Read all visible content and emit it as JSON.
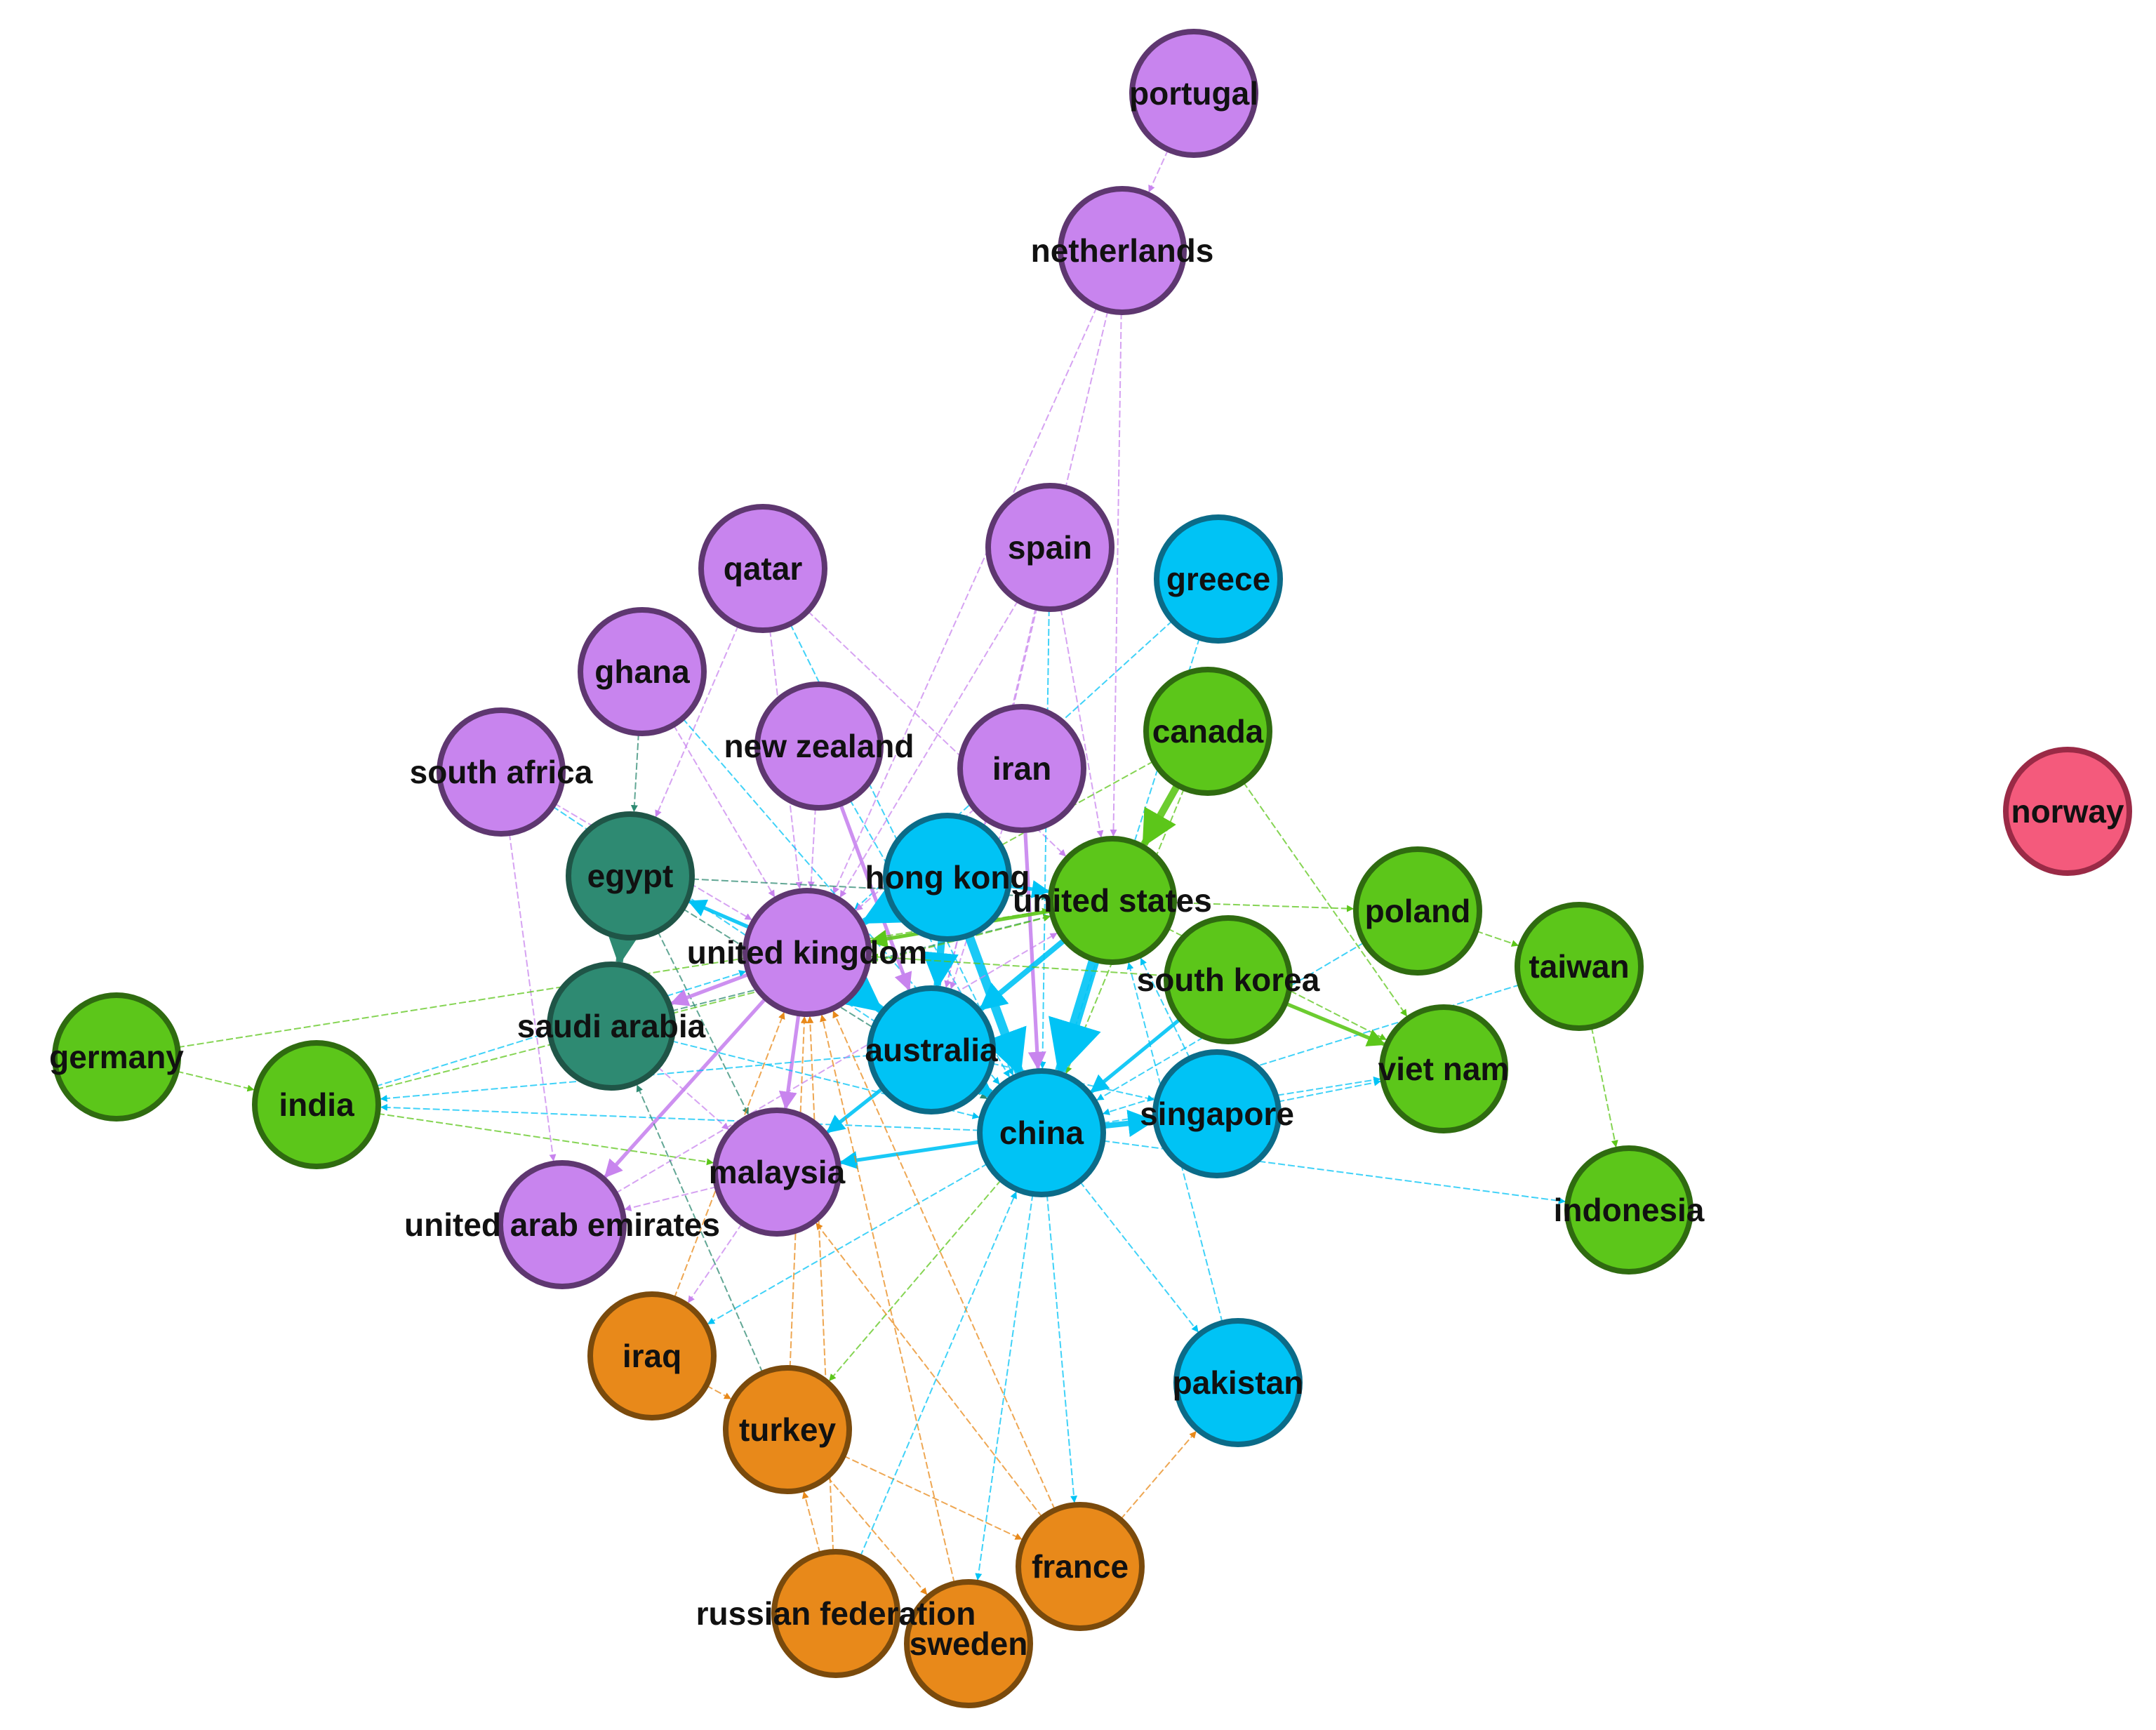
{
  "colors": {
    "purple": {
      "fill": "#c884ee",
      "stroke": "#5e3770"
    },
    "blue": {
      "fill": "#00c3f5",
      "stroke": "#0b6b88"
    },
    "green": {
      "fill": "#5cc61a",
      "stroke": "#2f6b10"
    },
    "teal": {
      "fill": "#2e8a72",
      "stroke": "#1f5547"
    },
    "orange": {
      "fill": "#e8891a",
      "stroke": "#7a4a0c"
    },
    "red": {
      "fill": "#f45a7c",
      "stroke": "#9a2a46"
    }
  },
  "nodes": [
    {
      "id": "portugal",
      "label": "portugal",
      "group": "purple"
    },
    {
      "id": "netherlands",
      "label": "netherlands",
      "group": "purple"
    },
    {
      "id": "qatar",
      "label": "qatar",
      "group": "purple"
    },
    {
      "id": "spain",
      "label": "spain",
      "group": "purple"
    },
    {
      "id": "greece",
      "label": "greece",
      "group": "blue"
    },
    {
      "id": "ghana",
      "label": "ghana",
      "group": "purple"
    },
    {
      "id": "canada",
      "label": "canada",
      "group": "green"
    },
    {
      "id": "new_zealand",
      "label": "new zealand",
      "group": "purple"
    },
    {
      "id": "iran",
      "label": "iran",
      "group": "purple"
    },
    {
      "id": "south_africa",
      "label": "south africa",
      "group": "purple"
    },
    {
      "id": "norway",
      "label": "norway",
      "group": "red"
    },
    {
      "id": "egypt",
      "label": "egypt",
      "group": "teal"
    },
    {
      "id": "hong_kong",
      "label": "hong kong",
      "group": "blue"
    },
    {
      "id": "united_states",
      "label": "united states",
      "group": "green"
    },
    {
      "id": "poland",
      "label": "poland",
      "group": "green"
    },
    {
      "id": "united_kingdom",
      "label": "united kingdom",
      "group": "purple"
    },
    {
      "id": "taiwan",
      "label": "taiwan",
      "group": "green"
    },
    {
      "id": "south_korea",
      "label": "south korea",
      "group": "green"
    },
    {
      "id": "saudi_arabia",
      "label": "saudi arabia",
      "group": "teal"
    },
    {
      "id": "germany",
      "label": "germany",
      "group": "green"
    },
    {
      "id": "australia",
      "label": "australia",
      "group": "blue"
    },
    {
      "id": "viet_nam",
      "label": "viet nam",
      "group": "green"
    },
    {
      "id": "india",
      "label": "india",
      "group": "green"
    },
    {
      "id": "china",
      "label": "china",
      "group": "blue"
    },
    {
      "id": "singapore",
      "label": "singapore",
      "group": "blue"
    },
    {
      "id": "malaysia",
      "label": "malaysia",
      "group": "purple"
    },
    {
      "id": "indonesia",
      "label": "indonesia",
      "group": "green"
    },
    {
      "id": "united_arab_emirates",
      "label": "united arab emirates",
      "group": "purple"
    },
    {
      "id": "iraq",
      "label": "iraq",
      "group": "orange"
    },
    {
      "id": "pakistan",
      "label": "pakistan",
      "group": "blue"
    },
    {
      "id": "turkey",
      "label": "turkey",
      "group": "orange"
    },
    {
      "id": "france",
      "label": "france",
      "group": "orange"
    },
    {
      "id": "russian_federation",
      "label": "russian federation",
      "group": "orange"
    },
    {
      "id": "sweden",
      "label": "sweden",
      "group": "orange"
    }
  ],
  "edges": [
    {
      "source": "portugal",
      "target": "netherlands",
      "group": "purple",
      "weight": 1
    },
    {
      "source": "netherlands",
      "target": "united_kingdom",
      "group": "purple",
      "weight": 1
    },
    {
      "source": "netherlands",
      "target": "united_states",
      "group": "purple",
      "weight": 1
    },
    {
      "source": "netherlands",
      "target": "australia",
      "group": "purple",
      "weight": 1
    },
    {
      "source": "qatar",
      "target": "egypt",
      "group": "purple",
      "weight": 1
    },
    {
      "source": "qatar",
      "target": "united_kingdom",
      "group": "purple",
      "weight": 1
    },
    {
      "source": "qatar",
      "target": "china",
      "group": "blue",
      "weight": 1
    },
    {
      "source": "qatar",
      "target": "united_states",
      "group": "purple",
      "weight": 1
    },
    {
      "source": "spain",
      "target": "united_kingdom",
      "group": "purple",
      "weight": 1
    },
    {
      "source": "spain",
      "target": "china",
      "group": "blue",
      "weight": 1
    },
    {
      "source": "spain",
      "target": "australia",
      "group": "purple",
      "weight": 1
    },
    {
      "source": "spain",
      "target": "united_states",
      "group": "purple",
      "weight": 1
    },
    {
      "source": "greece",
      "target": "china",
      "group": "blue",
      "weight": 1
    },
    {
      "source": "greece",
      "target": "united_kingdom",
      "group": "blue",
      "weight": 1
    },
    {
      "source": "ghana",
      "target": "united_kingdom",
      "group": "purple",
      "weight": 1
    },
    {
      "source": "ghana",
      "target": "china",
      "group": "blue",
      "weight": 1
    },
    {
      "source": "ghana",
      "target": "egypt",
      "group": "teal",
      "weight": 1
    },
    {
      "source": "canada",
      "target": "united_states",
      "group": "green",
      "weight": 4
    },
    {
      "source": "canada",
      "target": "united_kingdom",
      "group": "green",
      "weight": 1
    },
    {
      "source": "canada",
      "target": "china",
      "group": "green",
      "weight": 1
    },
    {
      "source": "canada",
      "target": "viet_nam",
      "group": "green",
      "weight": 1
    },
    {
      "source": "new_zealand",
      "target": "australia",
      "group": "purple",
      "weight": 2
    },
    {
      "source": "new_zealand",
      "target": "china",
      "group": "blue",
      "weight": 1
    },
    {
      "source": "new_zealand",
      "target": "united_kingdom",
      "group": "purple",
      "weight": 1
    },
    {
      "source": "iran",
      "target": "united_kingdom",
      "group": "purple",
      "weight": 1
    },
    {
      "source": "iran",
      "target": "china",
      "group": "purple",
      "weight": 2
    },
    {
      "source": "iran",
      "target": "australia",
      "group": "purple",
      "weight": 1
    },
    {
      "source": "south_africa",
      "target": "united_kingdom",
      "group": "purple",
      "weight": 1
    },
    {
      "source": "south_africa",
      "target": "united_arab_emirates",
      "group": "purple",
      "weight": 1
    },
    {
      "source": "south_africa",
      "target": "china",
      "group": "blue",
      "weight": 1
    },
    {
      "source": "egypt",
      "target": "saudi_arabia",
      "group": "teal",
      "weight": 4
    },
    {
      "source": "egypt",
      "target": "united_states",
      "group": "teal",
      "weight": 1
    },
    {
      "source": "egypt",
      "target": "china",
      "group": "teal",
      "weight": 1
    },
    {
      "source": "egypt",
      "target": "malaysia",
      "group": "teal",
      "weight": 1
    },
    {
      "source": "hong_kong",
      "target": "china",
      "group": "blue",
      "weight": 5
    },
    {
      "source": "hong_kong",
      "target": "australia",
      "group": "blue",
      "weight": 4
    },
    {
      "source": "hong_kong",
      "target": "united_kingdom",
      "group": "blue",
      "weight": 4
    },
    {
      "source": "hong_kong",
      "target": "united_states",
      "group": "blue",
      "weight": 2
    },
    {
      "source": "united_states",
      "target": "china",
      "group": "blue",
      "weight": 6
    },
    {
      "source": "united_states",
      "target": "united_kingdom",
      "group": "green",
      "weight": 2
    },
    {
      "source": "united_states",
      "target": "australia",
      "group": "blue",
      "weight": 3
    },
    {
      "source": "united_states",
      "target": "poland",
      "group": "green",
      "weight": 1
    },
    {
      "source": "united_states",
      "target": "viet_nam",
      "group": "green",
      "weight": 1
    },
    {
      "source": "poland",
      "target": "taiwan",
      "group": "green",
      "weight": 1
    },
    {
      "source": "poland",
      "target": "china",
      "group": "blue",
      "weight": 1
    },
    {
      "source": "taiwan",
      "target": "china",
      "group": "blue",
      "weight": 1
    },
    {
      "source": "taiwan",
      "target": "indonesia",
      "group": "green",
      "weight": 1
    },
    {
      "source": "south_korea",
      "target": "china",
      "group": "blue",
      "weight": 2
    },
    {
      "source": "south_korea",
      "target": "viet_nam",
      "group": "green",
      "weight": 2
    },
    {
      "source": "south_korea",
      "target": "united_kingdom",
      "group": "green",
      "weight": 1
    },
    {
      "source": "united_kingdom",
      "target": "china",
      "group": "blue",
      "weight": 4
    },
    {
      "source": "united_kingdom",
      "target": "australia",
      "group": "blue",
      "weight": 4
    },
    {
      "source": "united_kingdom",
      "target": "malaysia",
      "group": "purple",
      "weight": 2
    },
    {
      "source": "united_kingdom",
      "target": "saudi_arabia",
      "group": "purple",
      "weight": 2
    },
    {
      "source": "united_kingdom",
      "target": "egypt",
      "group": "blue",
      "weight": 2
    },
    {
      "source": "united_kingdom",
      "target": "united_arab_emirates",
      "group": "purple",
      "weight": 2
    },
    {
      "source": "saudi_arabia",
      "target": "china",
      "group": "blue",
      "weight": 1
    },
    {
      "source": "saudi_arabia",
      "target": "malaysia",
      "group": "purple",
      "weight": 1
    },
    {
      "source": "saudi_arabia",
      "target": "united_states",
      "group": "teal",
      "weight": 1
    },
    {
      "source": "germany",
      "target": "india",
      "group": "green",
      "weight": 1
    },
    {
      "source": "germany",
      "target": "united_states",
      "group": "green",
      "weight": 1
    },
    {
      "source": "australia",
      "target": "china",
      "group": "blue",
      "weight": 5
    },
    {
      "source": "australia",
      "target": "malaysia",
      "group": "blue",
      "weight": 2
    },
    {
      "source": "australia",
      "target": "singapore",
      "group": "blue",
      "weight": 1
    },
    {
      "source": "australia",
      "target": "india",
      "group": "blue",
      "weight": 1
    },
    {
      "source": "china",
      "target": "singapore",
      "group": "blue",
      "weight": 3
    },
    {
      "source": "china",
      "target": "pakistan",
      "group": "blue",
      "weight": 1
    },
    {
      "source": "china",
      "target": "sweden",
      "group": "blue",
      "weight": 1
    },
    {
      "source": "china",
      "target": "france",
      "group": "blue",
      "weight": 1
    },
    {
      "source": "china",
      "target": "malaysia",
      "group": "blue",
      "weight": 2
    },
    {
      "source": "china",
      "target": "viet_nam",
      "group": "blue",
      "weight": 1
    },
    {
      "source": "china",
      "target": "indonesia",
      "group": "blue",
      "weight": 1
    },
    {
      "source": "china",
      "target": "india",
      "group": "blue",
      "weight": 1
    },
    {
      "source": "china",
      "target": "iraq",
      "group": "blue",
      "weight": 1
    },
    {
      "source": "china",
      "target": "turkey",
      "group": "green",
      "weight": 1
    },
    {
      "source": "singapore",
      "target": "viet_nam",
      "group": "blue",
      "weight": 1
    },
    {
      "source": "singapore",
      "target": "united_states",
      "group": "blue",
      "weight": 1
    },
    {
      "source": "india",
      "target": "united_states",
      "group": "green",
      "weight": 1
    },
    {
      "source": "india",
      "target": "malaysia",
      "group": "green",
      "weight": 1
    },
    {
      "source": "india",
      "target": "united_kingdom",
      "group": "blue",
      "weight": 1
    },
    {
      "source": "malaysia",
      "target": "united_arab_emirates",
      "group": "purple",
      "weight": 1
    },
    {
      "source": "malaysia",
      "target": "iraq",
      "group": "purple",
      "weight": 1
    },
    {
      "source": "united_arab_emirates",
      "target": "united_states",
      "group": "purple",
      "weight": 1
    },
    {
      "source": "iraq",
      "target": "turkey",
      "group": "orange",
      "weight": 1
    },
    {
      "source": "iraq",
      "target": "united_kingdom",
      "group": "orange",
      "weight": 1
    },
    {
      "source": "turkey",
      "target": "united_kingdom",
      "group": "orange",
      "weight": 1
    },
    {
      "source": "turkey",
      "target": "france",
      "group": "orange",
      "weight": 1
    },
    {
      "source": "turkey",
      "target": "sweden",
      "group": "orange",
      "weight": 1
    },
    {
      "source": "turkey",
      "target": "saudi_arabia",
      "group": "teal",
      "weight": 1
    },
    {
      "source": "russian_federation",
      "target": "united_kingdom",
      "group": "orange",
      "weight": 1
    },
    {
      "source": "russian_federation",
      "target": "turkey",
      "group": "orange",
      "weight": 1
    },
    {
      "source": "russian_federation",
      "target": "china",
      "group": "blue",
      "weight": 1
    },
    {
      "source": "sweden",
      "target": "united_kingdom",
      "group": "orange",
      "weight": 1
    },
    {
      "source": "france",
      "target": "united_kingdom",
      "group": "orange",
      "weight": 1
    },
    {
      "source": "france",
      "target": "pakistan",
      "group": "orange",
      "weight": 1
    },
    {
      "source": "france",
      "target": "malaysia",
      "group": "orange",
      "weight": 1
    },
    {
      "source": "pakistan",
      "target": "united_states",
      "group": "blue",
      "weight": 1
    }
  ]
}
